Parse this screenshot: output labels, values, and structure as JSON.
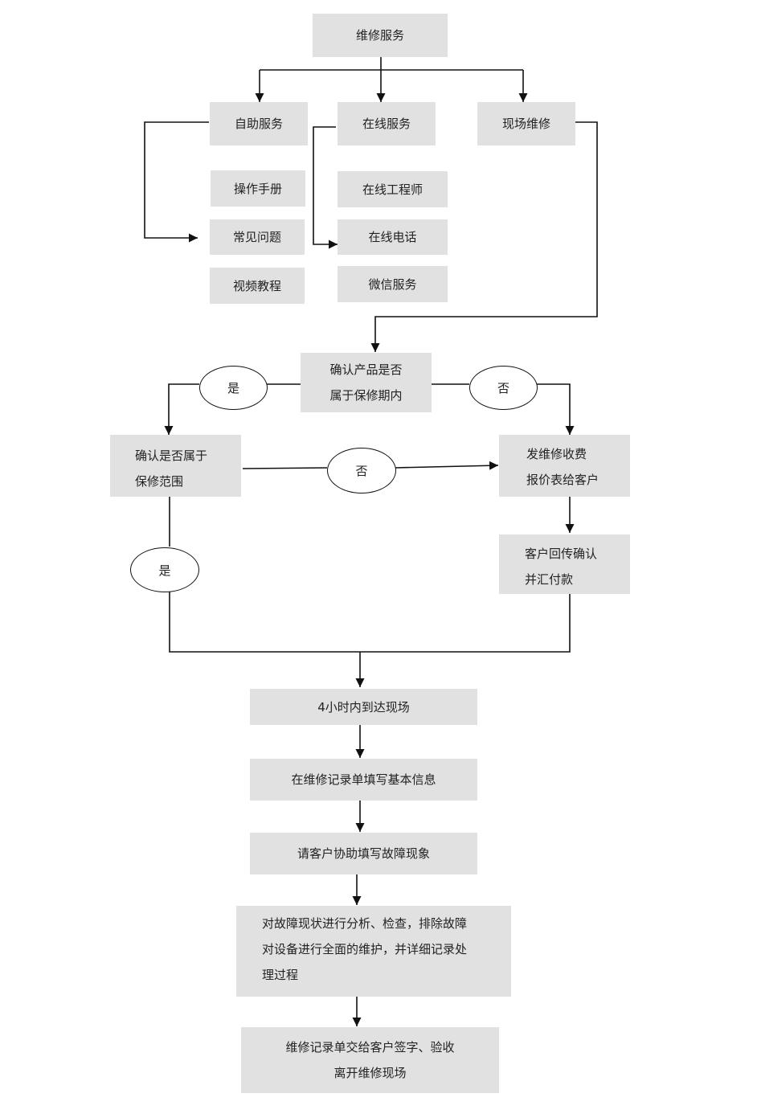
{
  "nodes": {
    "top": "维修服务",
    "self_service": "自助服务",
    "online_service": "在线服务",
    "onsite_repair": "现场维修",
    "manual": "操作手册",
    "faq": "常见问题",
    "video": "视频教程",
    "online_engineer": "在线工程师",
    "online_phone": "在线电话",
    "wechat_service": "微信服务",
    "confirm_warranty": [
      "确认产品是否",
      "属于保修期内"
    ],
    "confirm_scope": [
      "确认是否属于",
      "保修范围"
    ],
    "send_quote": [
      "发维修收费",
      "报价表给客户"
    ],
    "customer_confirm": [
      "客户回传确认",
      "并汇付款"
    ],
    "arrive": "4小时内到达现场",
    "fill_record": "在维修记录单填写基本信息",
    "fill_fault": "请客户协助填写故障现象",
    "analyze": [
      "对故障现状进行分析、检查，排除故障",
      "对设备进行全面的维护，并详细记录处",
      "理过程"
    ],
    "sign_off": [
      "维修记录单交给客户签字、验收",
      "离开维修现场"
    ]
  },
  "decisions": {
    "yes_left": "是",
    "no_right": "否",
    "no_middle": "否",
    "yes_bottom": "是"
  },
  "colors": {
    "box_fill": "#e1e1e1",
    "line": "#111111",
    "background": "#ffffff"
  }
}
